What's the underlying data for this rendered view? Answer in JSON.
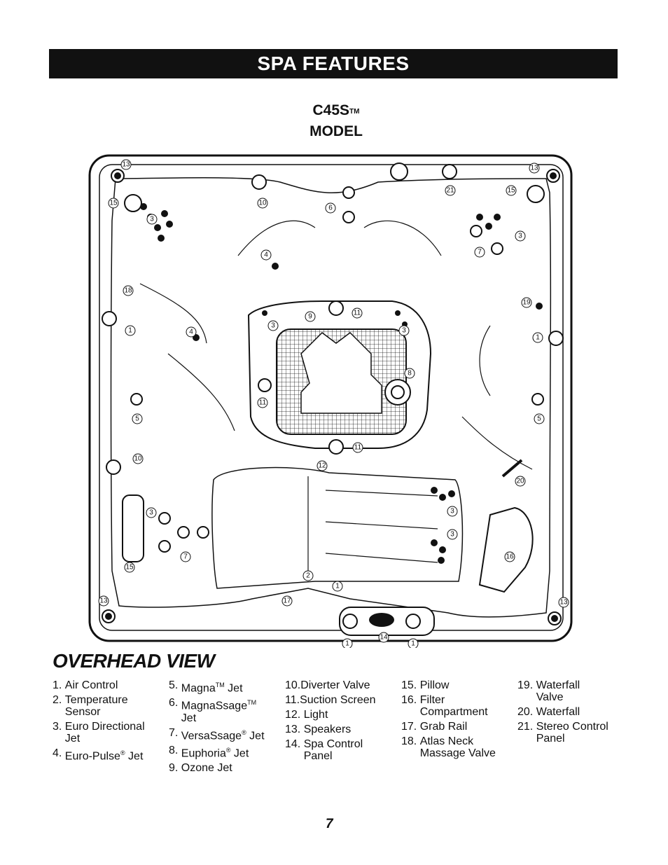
{
  "header": {
    "title": "SPA FEATURES"
  },
  "model": {
    "name": "C45S",
    "tm": "TM",
    "label": "MODEL"
  },
  "view_title": "OVERHEAD VIEW",
  "diagram_labels": {
    "l13a": "13",
    "l13b": "13",
    "l13c": "13",
    "l13d": "13",
    "l15a": "15",
    "l15b": "15",
    "l15c": "15",
    "l3a": "3",
    "l3b": "3",
    "l3c": "3",
    "l3d": "3",
    "l3e": "3",
    "l3f": "3",
    "l3g": "3",
    "l10a": "10",
    "l10b": "10",
    "l6": "6",
    "l21": "21",
    "l7a": "7",
    "l7b": "7",
    "l4a": "4",
    "l4b": "4",
    "l18": "18",
    "l19": "19",
    "l1a": "1",
    "l1b": "1",
    "l1c": "1",
    "l1d": "1",
    "l1e": "1",
    "l9": "9",
    "l11a": "11",
    "l11b": "11",
    "l11c": "11",
    "l8": "8",
    "l5a": "5",
    "l5b": "5",
    "l12": "12",
    "l20": "20",
    "l16": "16",
    "l2": "2",
    "l17": "17",
    "l14": "14"
  },
  "legend": {
    "col1": [
      {
        "num": "1. ",
        "text": "Air Control"
      },
      {
        "num": "2. ",
        "text": "Temperature",
        "text2": "Sensor"
      },
      {
        "num": "3. ",
        "text": "Euro Directional",
        "text2": "Jet"
      },
      {
        "num": "4. ",
        "text": "Euro-Pulse",
        "sup": "®",
        "text_after": " Jet"
      }
    ],
    "col2": [
      {
        "num": "5. ",
        "text": "Magna",
        "sup": "TM",
        "text_after": " Jet"
      },
      {
        "num": "6. ",
        "text": "MagnaSsage",
        "sup": "TM",
        "text2": "Jet"
      },
      {
        "num": "7. ",
        "text": "VersaSsage",
        "sup": "®",
        "text_after": " Jet"
      },
      {
        "num": "8. ",
        "text": "Euphoria",
        "sup": "®",
        "text_after": " Jet"
      },
      {
        "num": "9. ",
        "text": "Ozone Jet"
      }
    ],
    "col3": [
      {
        "num": "10.",
        "text": "Diverter Valve"
      },
      {
        "num": "11.",
        "text": "Suction Screen"
      },
      {
        "num": "12. ",
        "text": "Light"
      },
      {
        "num": "13. ",
        "text": "Speakers"
      },
      {
        "num": "14. ",
        "text": "Spa Control",
        "text2": "Panel"
      }
    ],
    "col4": [
      {
        "num": "15. ",
        "text": "Pillow"
      },
      {
        "num": "16. ",
        "text": "Filter",
        "text2": "Compartment"
      },
      {
        "num": "17. ",
        "text": "Grab Rail"
      },
      {
        "num": "18. ",
        "text": "Atlas Neck",
        "text2": "Massage Valve"
      }
    ],
    "col5": [
      {
        "num": "19. ",
        "text": "Waterfall",
        "text2": "Valve"
      },
      {
        "num": "20. ",
        "text": "Waterfall"
      },
      {
        "num": "21. ",
        "text": "Stereo Control",
        "text2": "Panel"
      }
    ]
  },
  "page_number": "7"
}
